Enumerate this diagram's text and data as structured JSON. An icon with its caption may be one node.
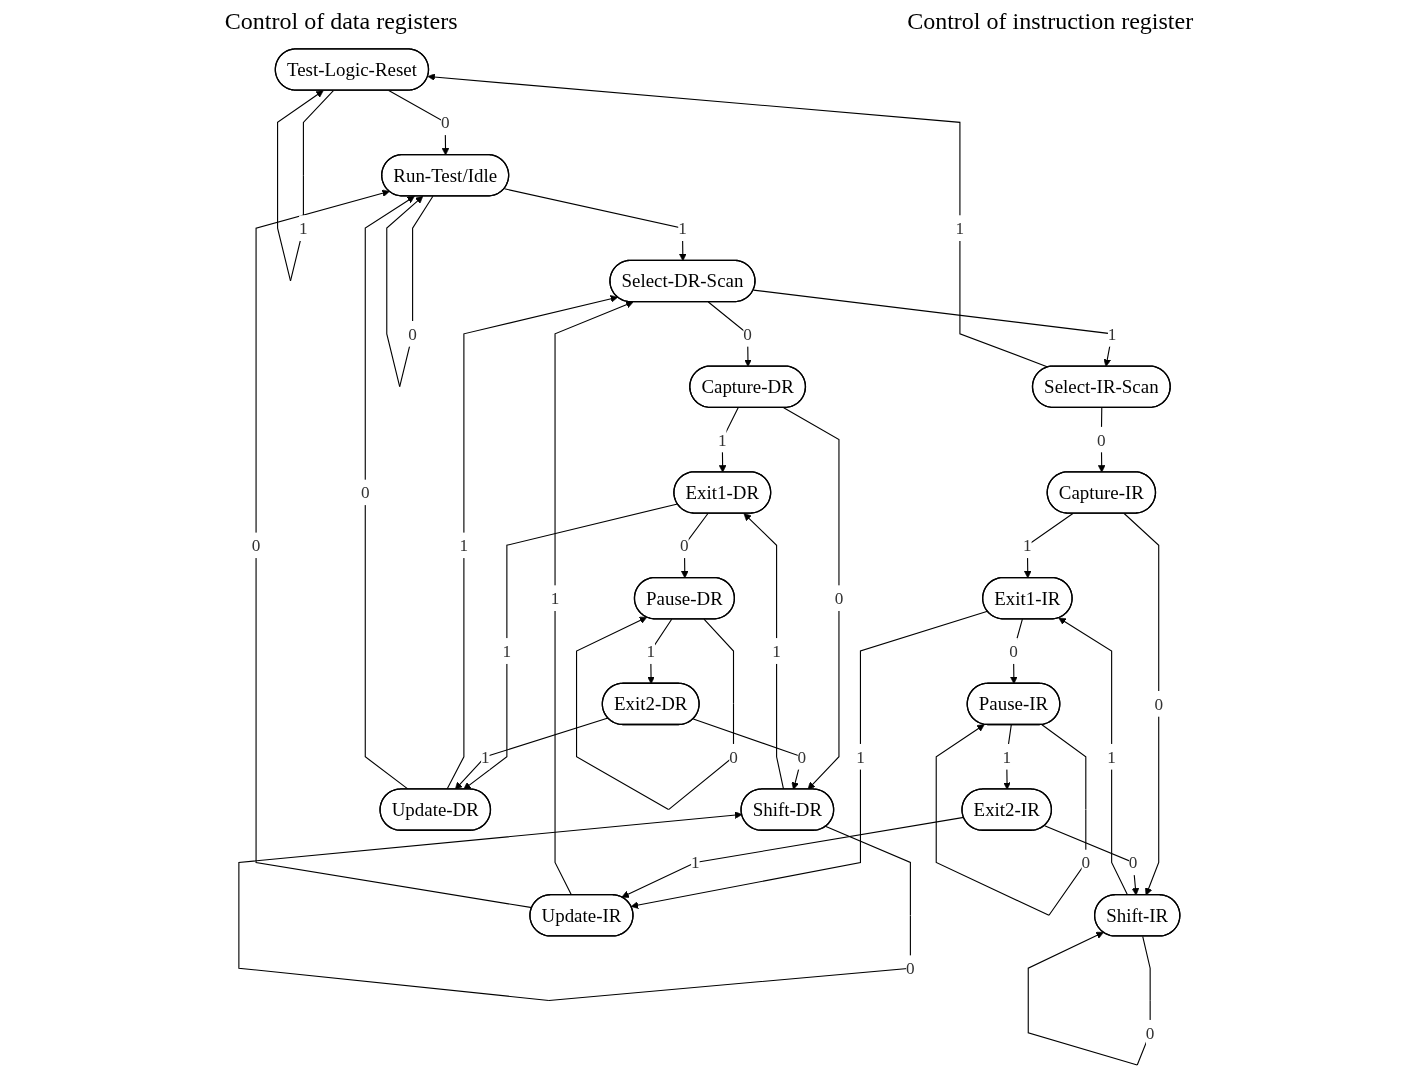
{
  "diagram": {
    "nodes": [
      {
        "text": [
          "Test-Logic-Reset"
        ]
      },
      {
        "text": [
          "Run-Test/Idle"
        ]
      },
      {
        "text": [
          "Select-DR-Scan"
        ]
      },
      {
        "text": [
          "Capture-DR"
        ]
      },
      {
        "text": [
          "Shift-DR"
        ]
      },
      {
        "text": [
          "Exit1-DR"
        ]
      },
      {
        "text": [
          "Pause-DR"
        ]
      },
      {
        "text": [
          "Exit2-DR"
        ]
      },
      {
        "text": [
          "Update-DR"
        ]
      },
      {
        "text": [
          "Select-IR-Scan"
        ]
      },
      {
        "text": [
          "Capture-IR"
        ]
      },
      {
        "text": [
          "Shift-IR"
        ]
      },
      {
        "text": [
          "Exit1-IR"
        ]
      },
      {
        "text": [
          "Pause-IR"
        ]
      },
      {
        "text": [
          "Exit2-IR"
        ]
      },
      {
        "text": [
          "Update-IR"
        ]
      }
    ],
    "edges": [
      {
        "from": 0,
        "to": 0,
        "arrow": "to",
        "label": "1"
      },
      {
        "from": 0,
        "to": 1,
        "arrow": "to",
        "label": "0"
      },
      {
        "from": 1,
        "to": 1,
        "arrow": "to",
        "label": "0"
      },
      {
        "from": 1,
        "to": 2,
        "arrow": "to",
        "label": "1"
      },
      {
        "from": 2,
        "to": 9,
        "arrow": "to",
        "label": "1"
      },
      {
        "from": 9,
        "to": 0,
        "arrow": "to",
        "label": "1"
      },
      {
        "from": 2,
        "to": 3,
        "arrow": "to",
        "label": "0"
      },
      {
        "from": 3,
        "to": 5,
        "arrow": "to",
        "label": "1"
      },
      {
        "from": 3,
        "to": 4,
        "arrow": "to",
        "label": "0"
      },
      {
        "from": 4,
        "to": 4,
        "arrow": "to",
        "label": "0"
      },
      {
        "from": 4,
        "to": 5,
        "arrow": "to",
        "label": "1"
      },
      {
        "from": 5,
        "to": 8,
        "arrow": "to",
        "label": "1"
      },
      {
        "from": 5,
        "to": 6,
        "arrow": "to",
        "label": "0"
      },
      {
        "from": 6,
        "to": 6,
        "arrow": "to",
        "label": "0"
      },
      {
        "from": 6,
        "to": 7,
        "arrow": "to",
        "label": "1"
      },
      {
        "from": 7,
        "to": 4,
        "arrow": "to",
        "label": "0"
      },
      {
        "from": 7,
        "to": 8,
        "arrow": "to",
        "label": "1"
      },
      {
        "from": 8,
        "to": 2,
        "arrow": "to",
        "label": "1"
      },
      {
        "from": 8,
        "to": 1,
        "arrow": "to",
        "label": "0"
      },
      {
        "from": 9,
        "to": 10,
        "arrow": "to",
        "label": "0"
      },
      {
        "from": 10,
        "to": 12,
        "arrow": "to",
        "label": "1"
      },
      {
        "from": 10,
        "to": 11,
        "arrow": "to",
        "label": "0"
      },
      {
        "from": 11,
        "to": 11,
        "arrow": "to",
        "label": "0"
      },
      {
        "from": 11,
        "to": 12,
        "arrow": "to",
        "label": "1"
      },
      {
        "from": 12,
        "to": 15,
        "arrow": "to",
        "label": "1"
      },
      {
        "from": 12,
        "to": 13,
        "arrow": "to",
        "label": "0"
      },
      {
        "from": 13,
        "to": 13,
        "arrow": "to",
        "label": "0"
      },
      {
        "from": 13,
        "to": 14,
        "arrow": "to",
        "label": "1"
      },
      {
        "from": 14,
        "to": 11,
        "arrow": "to",
        "label": "0"
      },
      {
        "from": 14,
        "to": 15,
        "arrow": "to",
        "label": "1"
      },
      {
        "from": 15,
        "to": 2,
        "arrow": "to",
        "label": "1"
      },
      {
        "from": 15,
        "to": 1,
        "arrow": "to",
        "label": "0"
      }
    ],
    "labels": [
      "Control of data registers",
      "Control of instruction register"
    ]
  }
}
